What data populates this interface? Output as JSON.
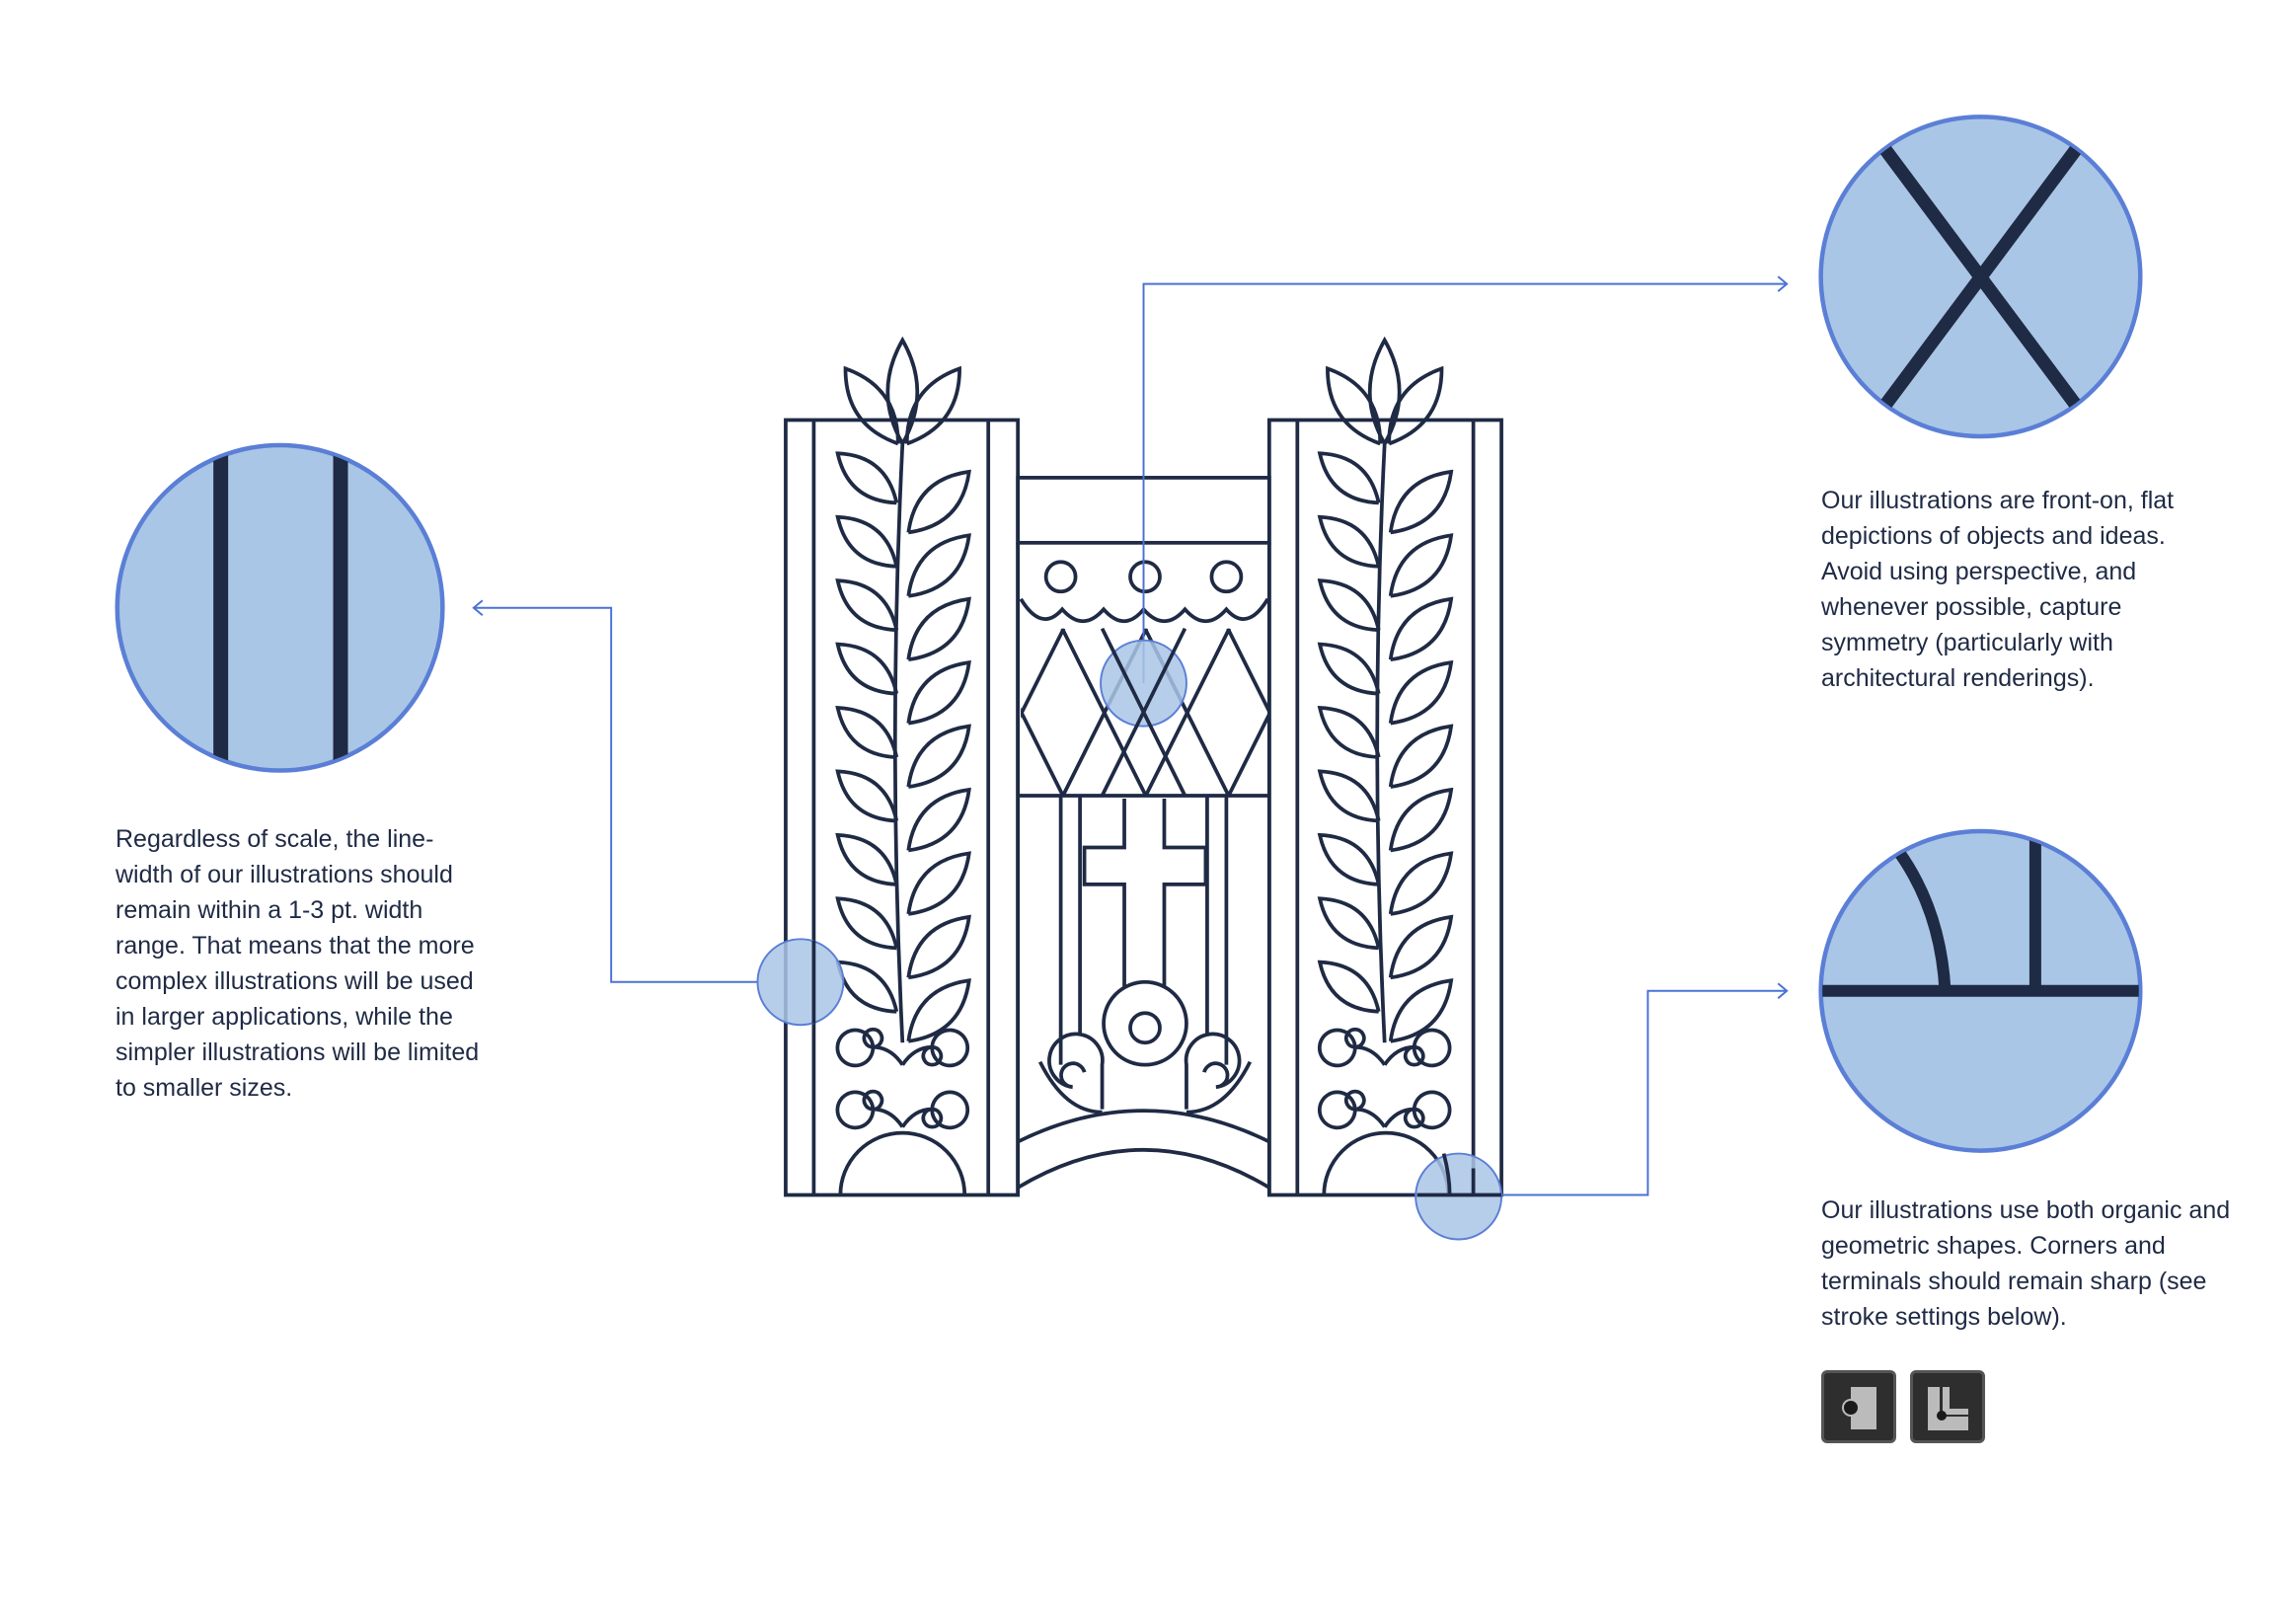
{
  "notes": {
    "line_width": "Regardless of scale, the line-width of our illustrations should remain within a 1-3 pt. width range. That means that the more complex illustrations will be used in larger applications, while the simpler illustrations will be limited to smaller sizes.",
    "symmetry": "Our illustrations are front-on, flat depictions of objects and ideas. Avoid using perspective, and whenever possible, capture symmetry (particularly with architectural renderings).",
    "shapes": "Our illustrations use both organic and geometric shapes. Corners and terminals should remain sharp (see stroke settings below)."
  },
  "stroke_settings": [
    {
      "icon": "miter-join-icon"
    },
    {
      "icon": "butt-cap-icon"
    }
  ],
  "colors": {
    "line": "#1f2a44",
    "callout_fill": "#aac6e6",
    "callout_stroke": "#5b7fd6",
    "connector": "#4a72d4"
  }
}
